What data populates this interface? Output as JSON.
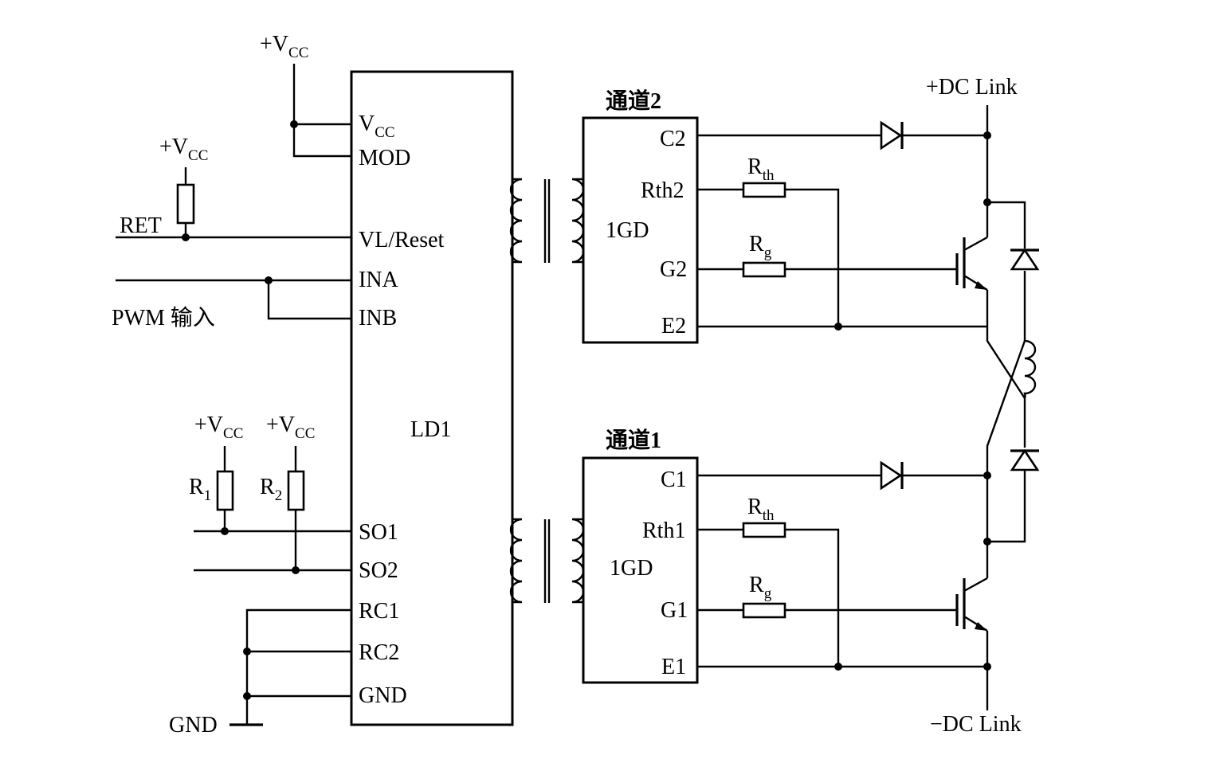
{
  "supply": "+V",
  "supply_sub": "CC",
  "ld1": {
    "name": "LD1",
    "pin_vcc": "V",
    "pin_vcc_sub": "CC",
    "pin_mod": "MOD",
    "pin_vlreset": "VL/Reset",
    "pin_ina": "INA",
    "pin_inb": "INB",
    "pin_so1": "SO1",
    "pin_so2": "SO2",
    "pin_rc1": "RC1",
    "pin_rc2": "RC2",
    "pin_gnd": "GND"
  },
  "left": {
    "ret": "RET",
    "pwm": "PWM 输入",
    "gnd": "GND",
    "r1": "R",
    "r1_sub": "1",
    "r2": "R",
    "r2_sub": "2"
  },
  "channel2": {
    "title": "通道2",
    "name": "1GD",
    "pin_c": "C2",
    "pin_rth": "Rth2",
    "pin_g": "G2",
    "pin_e": "E2"
  },
  "channel1": {
    "title": "通道1",
    "name": "1GD",
    "pin_c": "C1",
    "pin_rth": "Rth1",
    "pin_g": "G1",
    "pin_e": "E1"
  },
  "resistors": {
    "rth": "R",
    "rth_sub": "th",
    "rg": "R",
    "rg_sub": "g"
  },
  "dc": {
    "plus": "+DC Link",
    "minus": "−DC Link"
  }
}
